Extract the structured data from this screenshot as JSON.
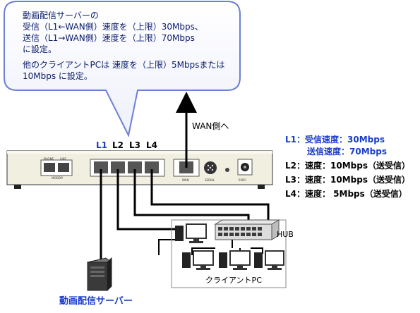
{
  "callout": {
    "lines": [
      "動画配信サーバーの",
      "受信（L1←WAN側）速度を（上限）30Mbps、",
      "送信（L1→WAN側）速度を（上限）70Mbps",
      "に設定。"
    ],
    "lines2": [
      "他のクライアントPCは 速度を（上限）5Mbpsまたは",
      "10Mbps に設定。"
    ]
  },
  "ports": {
    "l1": "L1",
    "l2": "L2",
    "l3": "L3",
    "l4": "L4"
  },
  "router": {
    "phone": "PHONE",
    "line": "LINE",
    "modem": "MODEM",
    "wan": "WAN",
    "serial": "SERIAL",
    "power": "5VDC"
  },
  "wan_label": "WAN側へ",
  "speeds": {
    "l1_prefix": "L1：",
    "l1_recv": "受信速度：30Mbps",
    "l1_send": "送信速度：70Mbps",
    "l2": "L2：速度：10Mbps（送受信）",
    "l3": "L3：速度：10Mbps（送受信）",
    "l4": "L4：速度： 5Mbps（送受信）"
  },
  "hub_label": "HUB",
  "clients_label": "クライアントPC",
  "server_label": "動画配信サーバー",
  "colors": {
    "accent_blue": "#1a3dc9",
    "callout_border": "#6b7fd6"
  }
}
